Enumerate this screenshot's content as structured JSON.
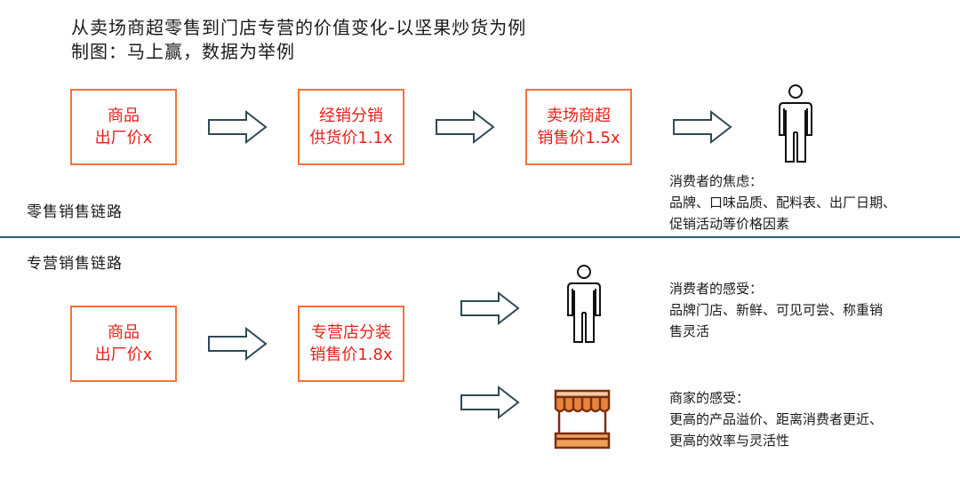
{
  "header": {
    "title": "从卖场商超零售到门店专营的价值变化-以坚果炒货为例",
    "subtitle": "制图：马上赢，数据为举例"
  },
  "retail_chain": {
    "label": "零售销售链路",
    "boxes": [
      {
        "line1": "商品",
        "line2": "出厂价x"
      },
      {
        "line1": "经销分销",
        "line2": "供货价1.1x"
      },
      {
        "line1": "卖场商超",
        "line2": "销售价1.5x"
      }
    ],
    "consumer_note": {
      "title": "消费者的焦虑：",
      "line1": "品牌、口味品质、配料表、出厂日期、",
      "line2": "促销活动等价格因素"
    }
  },
  "specialty_chain": {
    "label": "专营销售链路",
    "boxes": [
      {
        "line1": "商品",
        "line2": "出厂价x"
      },
      {
        "line1": "专营店分装",
        "line2": "销售价1.8x"
      }
    ],
    "consumer_note": {
      "title": "消费者的感受：",
      "line1": "品牌门店、新鲜、可见可尝、称重销",
      "line2": "售灵活"
    },
    "merchant_note": {
      "title": "商家的感受：",
      "line1": "更高的产品溢价、距离消费者更近、",
      "line2": "更高的效率与灵活性"
    }
  },
  "colors": {
    "box_border": "#f2733a",
    "box_text": "#e8201a",
    "divider": "#2e5b6b",
    "stall_brown": "#8b3a1a",
    "stall_orange": "#e8843a"
  }
}
